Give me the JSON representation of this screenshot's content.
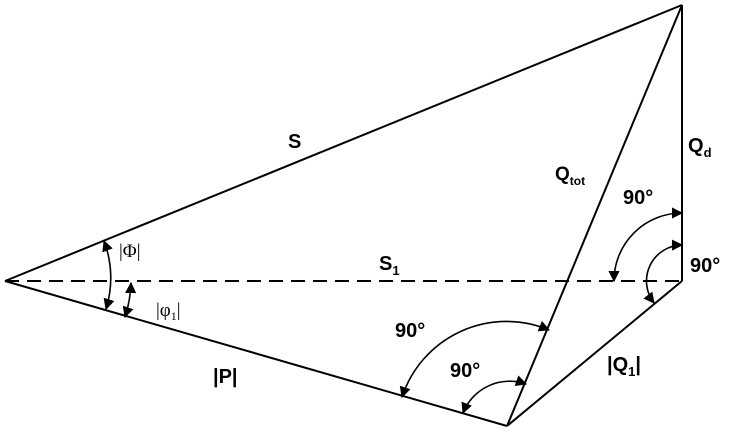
{
  "colors": {
    "stroke": "#000000",
    "background": "#ffffff"
  },
  "labels": {
    "S": "S",
    "S1_main": "S",
    "S1_sub": "1",
    "Qtot_main": "Q",
    "Qtot_sub": "tot",
    "Qd_main": "Q",
    "Qd_sub": "d",
    "P": "|P|",
    "Q1_left": "|Q",
    "Q1_sub": "1",
    "Q1_right": "|",
    "Phi": "|Φ|",
    "phi1_left": "|φ",
    "phi1_sub": "1",
    "phi1_right": "|",
    "angle_upper_right": "90°",
    "angle_right": "90°",
    "angle_bottom_upper": "90°",
    "angle_bottom_lower": "90°"
  }
}
